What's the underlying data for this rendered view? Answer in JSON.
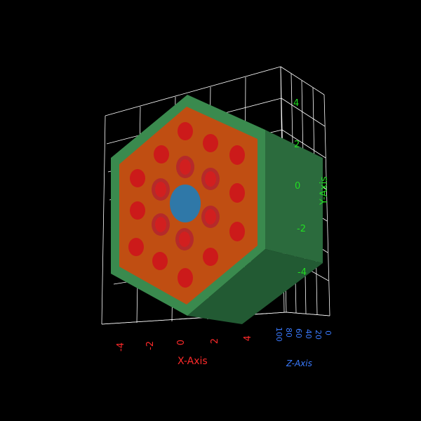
{
  "colors": {
    "background": "#000000",
    "grid": "#ffffff",
    "x_axis": "#ff2a2a",
    "y_axis": "#22dd22",
    "z_axis": "#3a7bff",
    "cladding_front": "#3a8a4e",
    "cladding_side": "#2b6b3d",
    "cladding_bottom": "#225a33",
    "moderator": "#c04e12",
    "fuel_outer": "#cc1a1a",
    "fuel_inner_ring": "#b32020",
    "fuel_inner_core": "#d23a3a",
    "center_channel": "#2f78a8"
  },
  "axes": {
    "x": {
      "title": "X-Axis",
      "ticks": [
        "-4",
        "-2",
        "0",
        "2",
        "4"
      ]
    },
    "y": {
      "title": "Y-Axis",
      "ticks": [
        "4",
        "2",
        "0",
        "-2",
        "-4"
      ]
    },
    "z": {
      "title": "Z-Axis",
      "ticks": [
        "100",
        "80",
        "60",
        "40",
        "20",
        "0"
      ]
    }
  }
}
